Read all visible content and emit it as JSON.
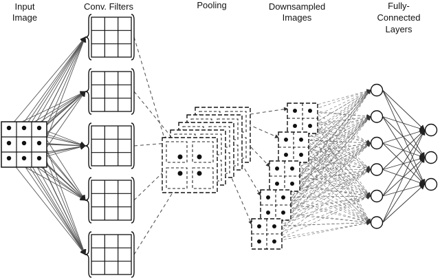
{
  "headings": {
    "input": {
      "line1": "Input",
      "line2": "Image"
    },
    "filters": {
      "line1": "Conv. Filters",
      "line2": ""
    },
    "pooling": {
      "line1": "Pooling",
      "line2": ""
    },
    "downsampled": {
      "line1": "Downsampled",
      "line2": "Images"
    },
    "fc": {
      "line1": "Fully-",
      "line2": "Connected",
      "line3": "Layers"
    }
  },
  "network": {
    "filter_count": 5,
    "filter_grid": 3,
    "input_grid": 3,
    "pool_stack_count": 5,
    "downsampled_count": 5,
    "fc_hidden_nodes": 6,
    "fc_output_nodes": 3
  },
  "colors": {
    "stroke": "#111111",
    "arrow": "#444444",
    "dashed": "#555555",
    "node_fill": "#ffffff"
  }
}
